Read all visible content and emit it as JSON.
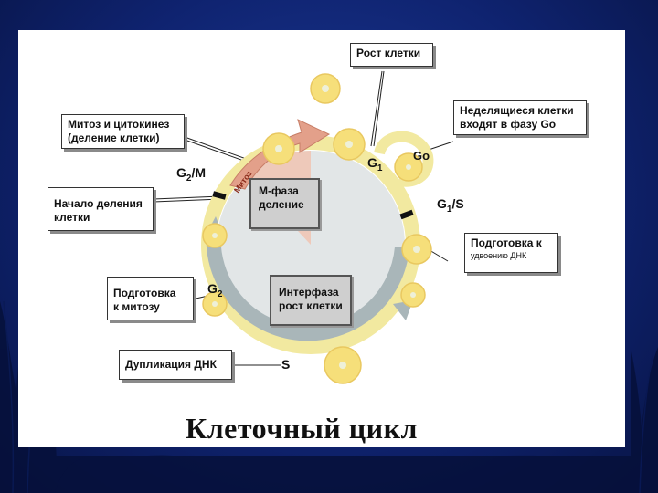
{
  "title": "Клеточный цикл",
  "labels": {
    "cell_growth": "Рост клетки",
    "mitosis_cytokinesis": [
      "Митоз и цитокинез",
      "(деление клетки)"
    ],
    "non_dividing": [
      "Неделящиеся клетки",
      "входят в фазу Go"
    ],
    "division_start": [
      "Начало деления",
      "клетки"
    ],
    "dna_prep": [
      "Подготовка к",
      "удвоению ДНК"
    ],
    "mitosis_prep": [
      "Подготовка",
      "к митозу"
    ],
    "dna_duplication": "Дупликация ДНК"
  },
  "inner": {
    "m_phase": [
      "М-фаза",
      "деление"
    ],
    "interphase": [
      "Интерфаза",
      "рост клетки"
    ]
  },
  "phases": {
    "g1": {
      "main": "G",
      "sub": "1"
    },
    "go": "Go",
    "g1s": {
      "main": "G",
      "sub": "1",
      "suffix": "/S"
    },
    "g2m": {
      "main": "G",
      "sub": "2",
      "suffix": "/M"
    },
    "g2": {
      "main": "G",
      "sub": "2"
    },
    "s": "S",
    "mitosis_arc": "Митоз"
  },
  "colors": {
    "slide_background": "#0f2370",
    "cycle_ring": "#f2e9a0",
    "cell_fill": "#f6df7a",
    "interphase_arrow": "#a9b6b9",
    "mitosis_wedge": "#e3a08a",
    "inner_box": "#cfcfcf"
  }
}
